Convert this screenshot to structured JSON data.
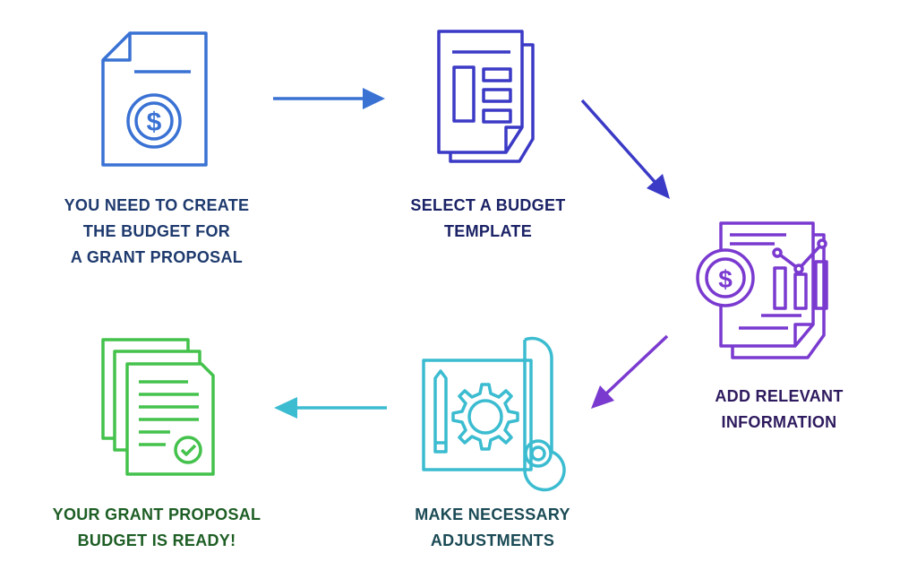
{
  "steps": [
    {
      "label": "YOU NEED TO CREATE\nTHE BUDGET FOR\nA GRANT PROPOSAL",
      "icon": "budget-document-icon",
      "color": "#3a72d4",
      "text_color": "#1e3a6e"
    },
    {
      "label": "SELECT A BUDGET\nTEMPLATE",
      "icon": "template-document-icon",
      "color": "#3b3ac6",
      "text_color": "#1b2266"
    },
    {
      "label": "ADD RELEVANT\nINFORMATION",
      "icon": "report-chart-icon",
      "color": "#7a3ad0",
      "text_color": "#2e1a5e"
    },
    {
      "label": "MAKE NECESSARY\nADJUSTMENTS",
      "icon": "blueprint-gear-icon",
      "color": "#3bbcd0",
      "text_color": "#1a4a55"
    },
    {
      "label": "YOUR GRANT PROPOSAL\nBUDGET IS READY!",
      "icon": "approved-documents-icon",
      "color": "#44c24c",
      "text_color": "#1d5e24"
    }
  ],
  "arrows": [
    {
      "color": "#3a72d4"
    },
    {
      "color": "#3b3ac6"
    },
    {
      "color": "#7a3ad0"
    },
    {
      "color": "#3bbcd0"
    }
  ]
}
